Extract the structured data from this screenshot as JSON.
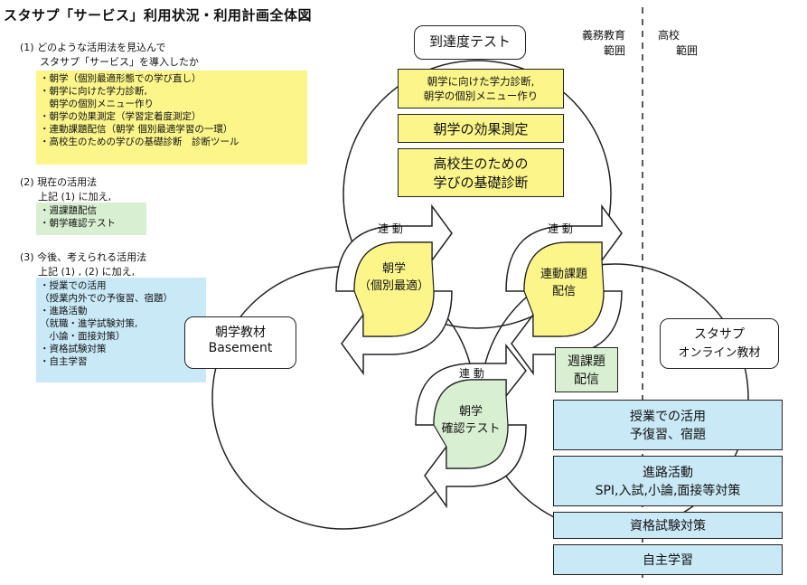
{
  "title": "スタサプ「サービス」利用状況・利用計画全体図",
  "scope": {
    "compulsory_line1": "義務教育",
    "compulsory_line2": "範囲",
    "high_line1": "高校",
    "high_line2": "範囲"
  },
  "section1": {
    "heading_line1": "(1) どのような活用法を見込んで",
    "heading_line2": "スタサプ「サービス」を導入したか",
    "items": [
      "・朝学（個別最適形態での学び直し）",
      "・朝学に向けた学力診断,",
      "　朝学の個別メニュー作り",
      "・朝学の効果測定（学習定着度測定）",
      "・連動課題配信（朝学 個別最適学習の一環）",
      "・高校生のための学びの基礎診断　診断ツール"
    ]
  },
  "section2": {
    "heading": "(2) 現在の活用法",
    "sub": "上記 (1) に加え,",
    "items": [
      "・週課題配信",
      "・朝学確認テスト"
    ]
  },
  "section3": {
    "heading": "(3) 今後、考えられる活用法",
    "sub": "上記 (1) , (2) に加え,",
    "items": [
      "・授業での活用",
      "（授業内外での予復習、宿題）",
      "・進路活動",
      "（就職・進学試験対策,",
      "　小論・面接対策）",
      "・資格試験対策",
      "・自主学習"
    ]
  },
  "circles": {
    "top_label": "到達度テスト",
    "left_label_line1": "朝学教材",
    "left_label_line2": "Basement",
    "right_label_line1": "スタサプ",
    "right_label_line2": "オンライン教材"
  },
  "top_boxes": {
    "diagnosis_line1": "朝学に向けた学力診断,",
    "diagnosis_line2": "朝学の個別メニュー作り",
    "effect": "朝学の効果測定",
    "basic_line1": "高校生のための",
    "basic_line2": "学びの基礎診断"
  },
  "cycles": {
    "link_label": "連 動",
    "asagaku_line1": "朝学",
    "asagaku_line2": "（個別最適）",
    "renkadai_line1": "連動課題",
    "renkadai_line2": "配信",
    "kakunin_line1": "朝学",
    "kakunin_line2": "確認テスト"
  },
  "weekly": {
    "line1": "週課題",
    "line2": "配信"
  },
  "future_boxes": {
    "class_line1": "授業での活用",
    "class_line2": "予復習、宿題",
    "career_line1": "進路活動",
    "career_line2": "SPI,入試,小論,面接等対策",
    "qualification": "資格試験対策",
    "self_study": "自主学習"
  },
  "colors": {
    "yellow": "#fbf58a",
    "green": "#d9efd2",
    "blue": "#c9e9f7"
  }
}
